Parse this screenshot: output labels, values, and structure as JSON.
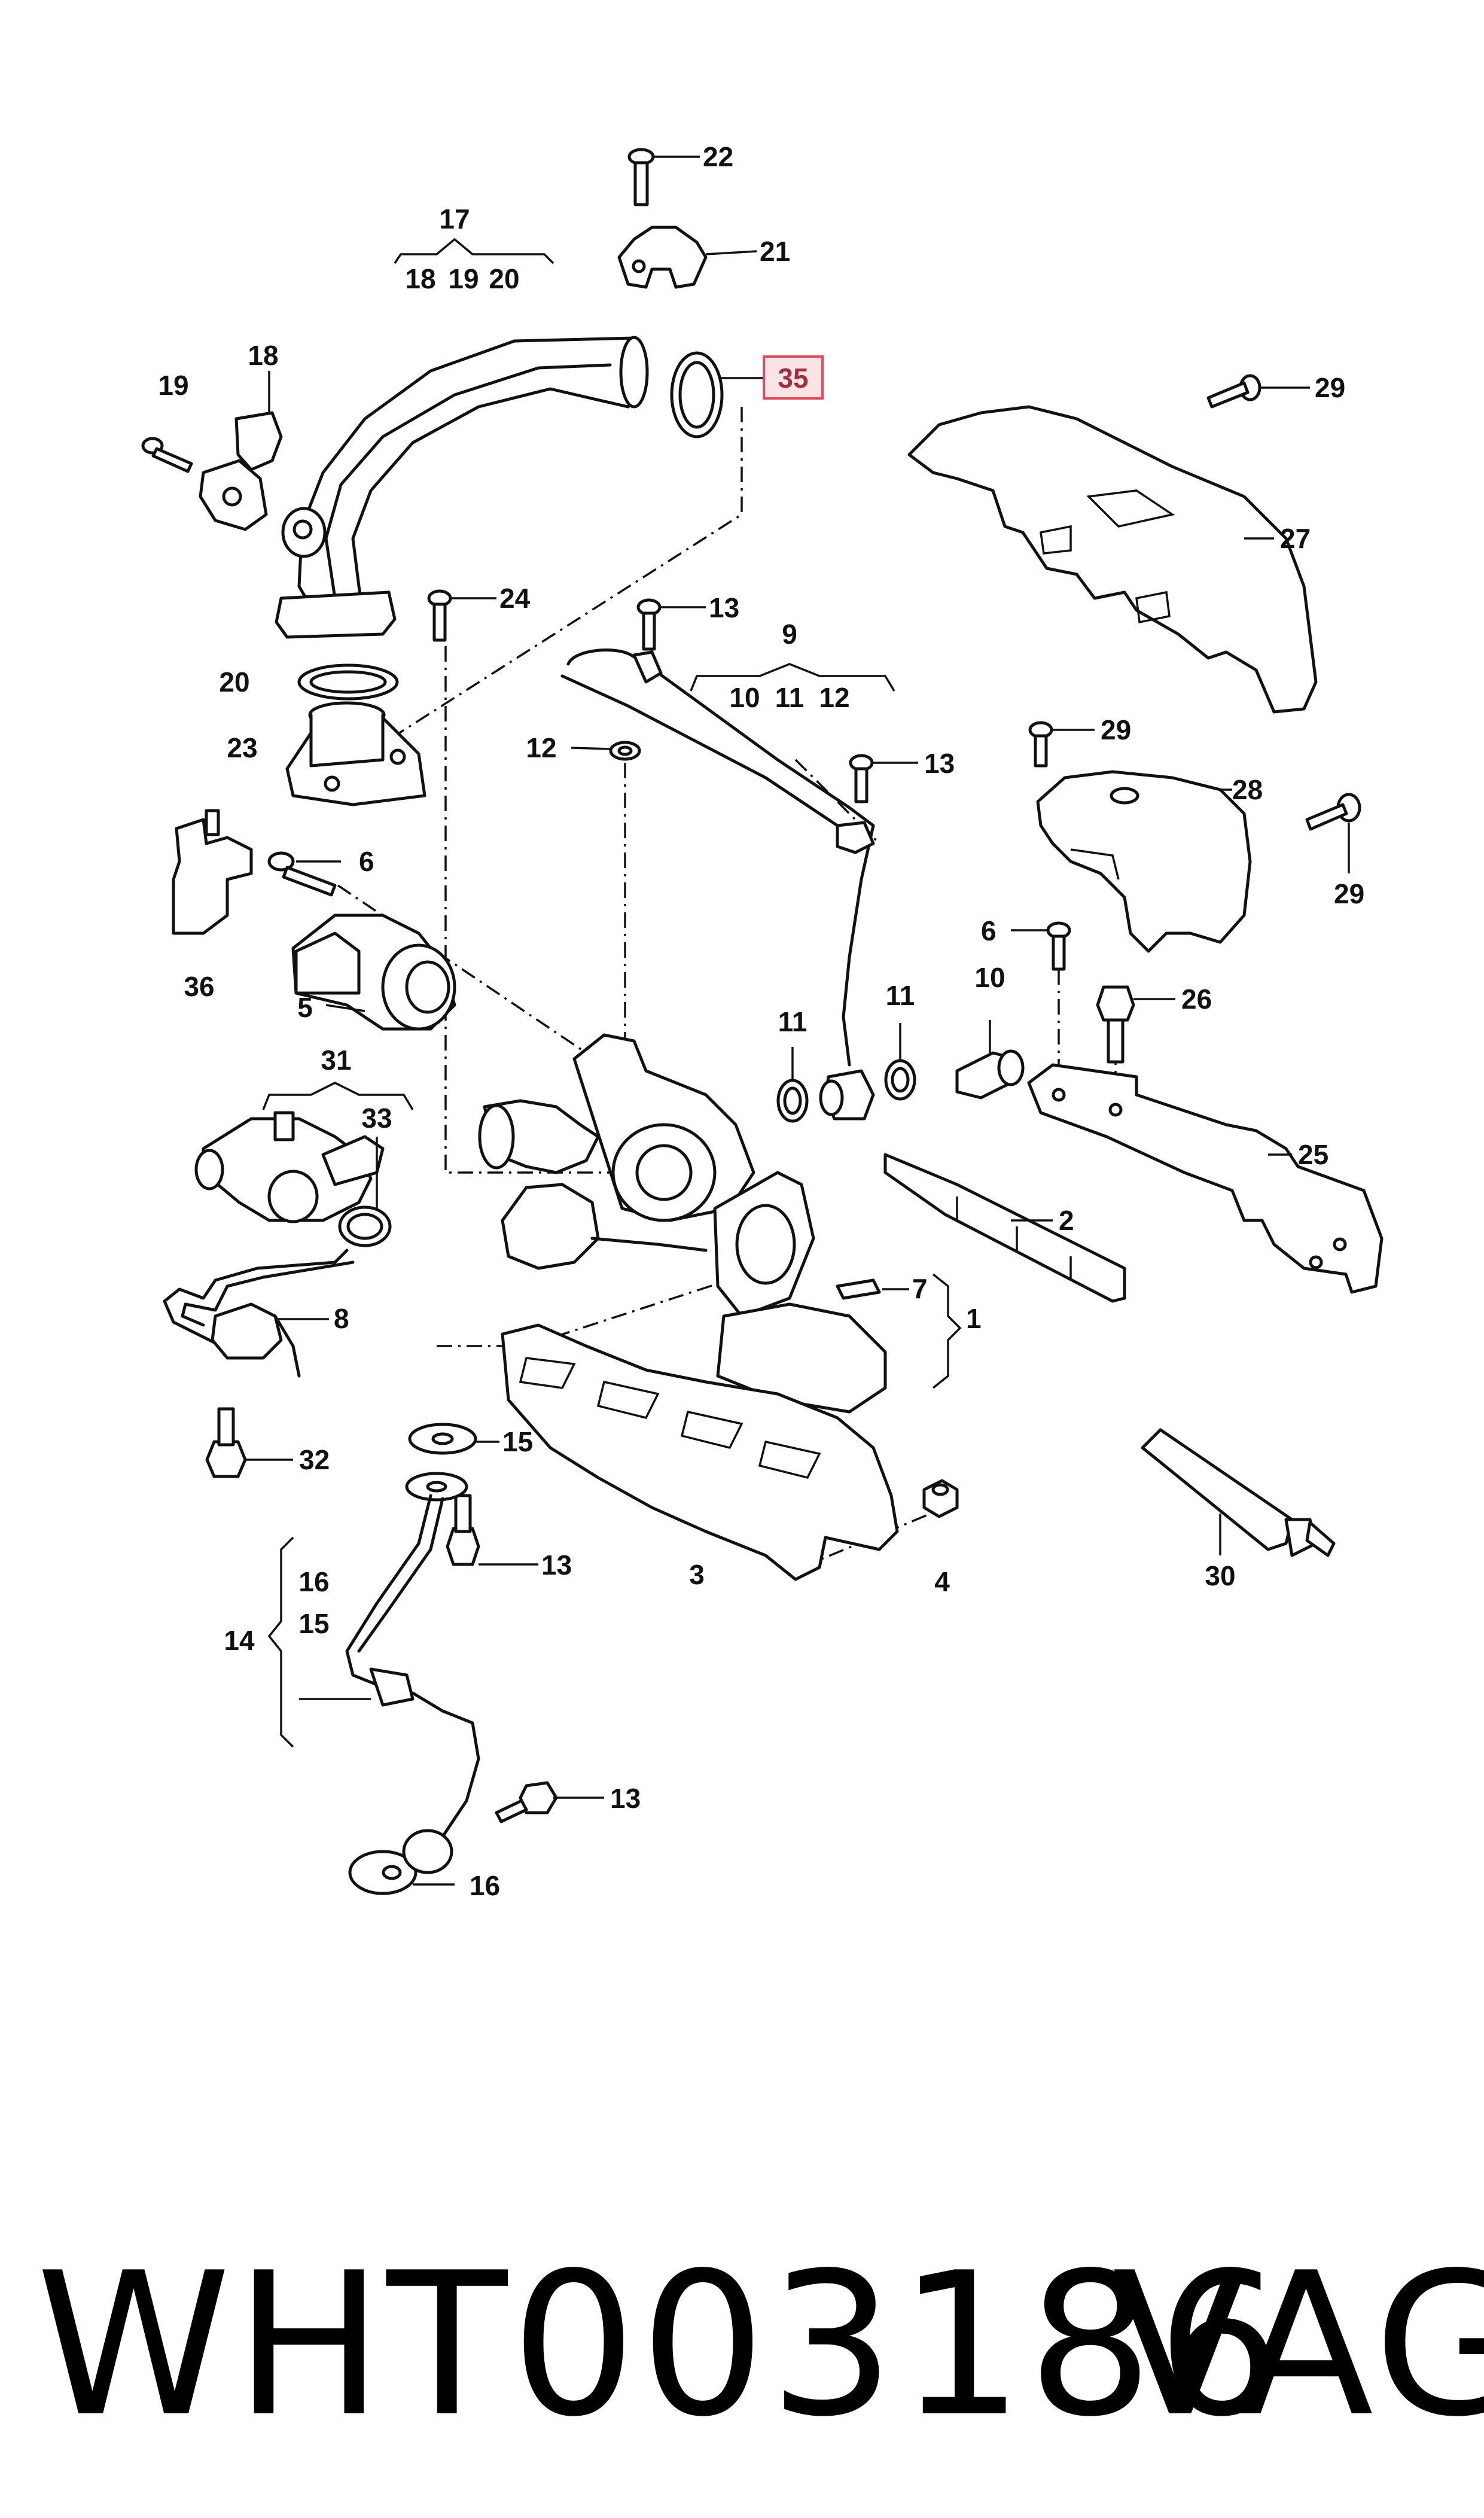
{
  "diagram": {
    "callouts": {
      "c1": "1",
      "c2": "2",
      "c3": "3",
      "c4": "4",
      "c5": "5",
      "c6a": "6",
      "c6b": "6",
      "c7": "7",
      "c8": "8",
      "c9": "9",
      "c10": "10",
      "c10g": "10",
      "c11g": "11",
      "c12g": "12",
      "c11a": "11",
      "c11b": "11",
      "c12": "12",
      "c13a": "13",
      "c13b": "13",
      "c13c": "13",
      "c13d": "13",
      "c14": "14",
      "c15": "15",
      "c15g": "15",
      "c16": "16",
      "c16g": "16",
      "c17": "17",
      "c18": "18",
      "c18g": "18",
      "c19": "19",
      "c19g": "19",
      "c20": "20",
      "c20g": "20",
      "c21": "21",
      "c22": "22",
      "c23": "23",
      "c24": "24",
      "c25": "25",
      "c26": "26",
      "c27": "27",
      "c28": "28",
      "c29a": "29",
      "c29b": "29",
      "c29c": "29",
      "c30": "30",
      "c31": "31",
      "c32": "32",
      "c33": "33",
      "c35": "35",
      "c36": "36"
    },
    "highlight": {
      "part": "35",
      "color": "#d94f5c",
      "fill": "#fbe3e6"
    }
  },
  "footer": {
    "part_number": "WHT003186",
    "brand": "VAG"
  }
}
